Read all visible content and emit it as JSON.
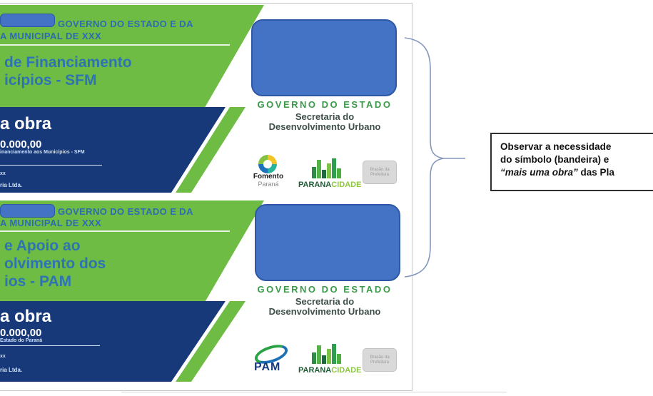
{
  "colors": {
    "green": "#6ebc44",
    "navy": "#17397a",
    "flag_blue": "#4472c4",
    "flag_border": "#2e58a6",
    "header_text_blue": "#2d6cb4",
    "title_blue": "#2e74b5",
    "gov_green": "#3a9a4a",
    "secretaria_gray": "#3e4e4a",
    "brace_blue": "#8497bd"
  },
  "icons": {
    "flag_placeholder": "blue-rounded-rectangle",
    "fomento_parana": "multicolor-ring",
    "paranacidade": "green-building-blocks",
    "pam": "green-blue-loop",
    "municipal_crest": "gray-placeholder-box",
    "brace": "right-curly-brace"
  },
  "signs": [
    {
      "header_line1": "GOVERNO DO ESTADO E DA",
      "header_line2": "A MUNICIPAL DE XXX",
      "title_lines": {
        "l1": "de Financiamento",
        "l2": "icípios - SFM"
      },
      "banner": {
        "title": "a obra",
        "value": "0.000,00",
        "source": "inanciamento aos Municípios - SFM",
        "xx": "xx",
        "company": "ria Ltda."
      },
      "gov_block": {
        "gov": "GOVERNO DO ESTADO",
        "sec1": "Secretaria do",
        "sec2": "Desenvolvimento Urbano"
      },
      "logos": {
        "fomento": {
          "name": "Fomento",
          "sub": "Paraná"
        },
        "paranacidade": {
          "bold": "PARANA",
          "light": "CIDADE"
        },
        "crest": {
          "l1": "Brasão da",
          "l2": "Prefeitura"
        }
      }
    },
    {
      "header_line1": "GOVERNO DO ESTADO E DA",
      "header_line2": "A MUNICIPAL DE XXX",
      "title_lines": {
        "l1": "e Apoio ao",
        "l2": "olvimento dos",
        "l3": "ios - PAM"
      },
      "banner": {
        "title": "a obra",
        "value": "0.000,00",
        "source": "Estado do Paraná",
        "xx": "xx",
        "company": "ria Ltda."
      },
      "gov_block": {
        "gov": "GOVERNO DO ESTADO",
        "sec1": "Secretaria do",
        "sec2": "Desenvolvimento Urbano"
      },
      "logos": {
        "pam": {
          "name": "PAM"
        },
        "paranacidade": {
          "bold": "PARANA",
          "light": "CIDADE"
        },
        "crest": {
          "l1": "Brasão da",
          "l2": "Prefeitura"
        }
      }
    }
  ],
  "callout": {
    "line1": "Observar a necessidade",
    "line2": "do símbolo (bandeira) e",
    "line3_italic": "“mais uma obra”",
    "line3_rest": " das Pla"
  }
}
